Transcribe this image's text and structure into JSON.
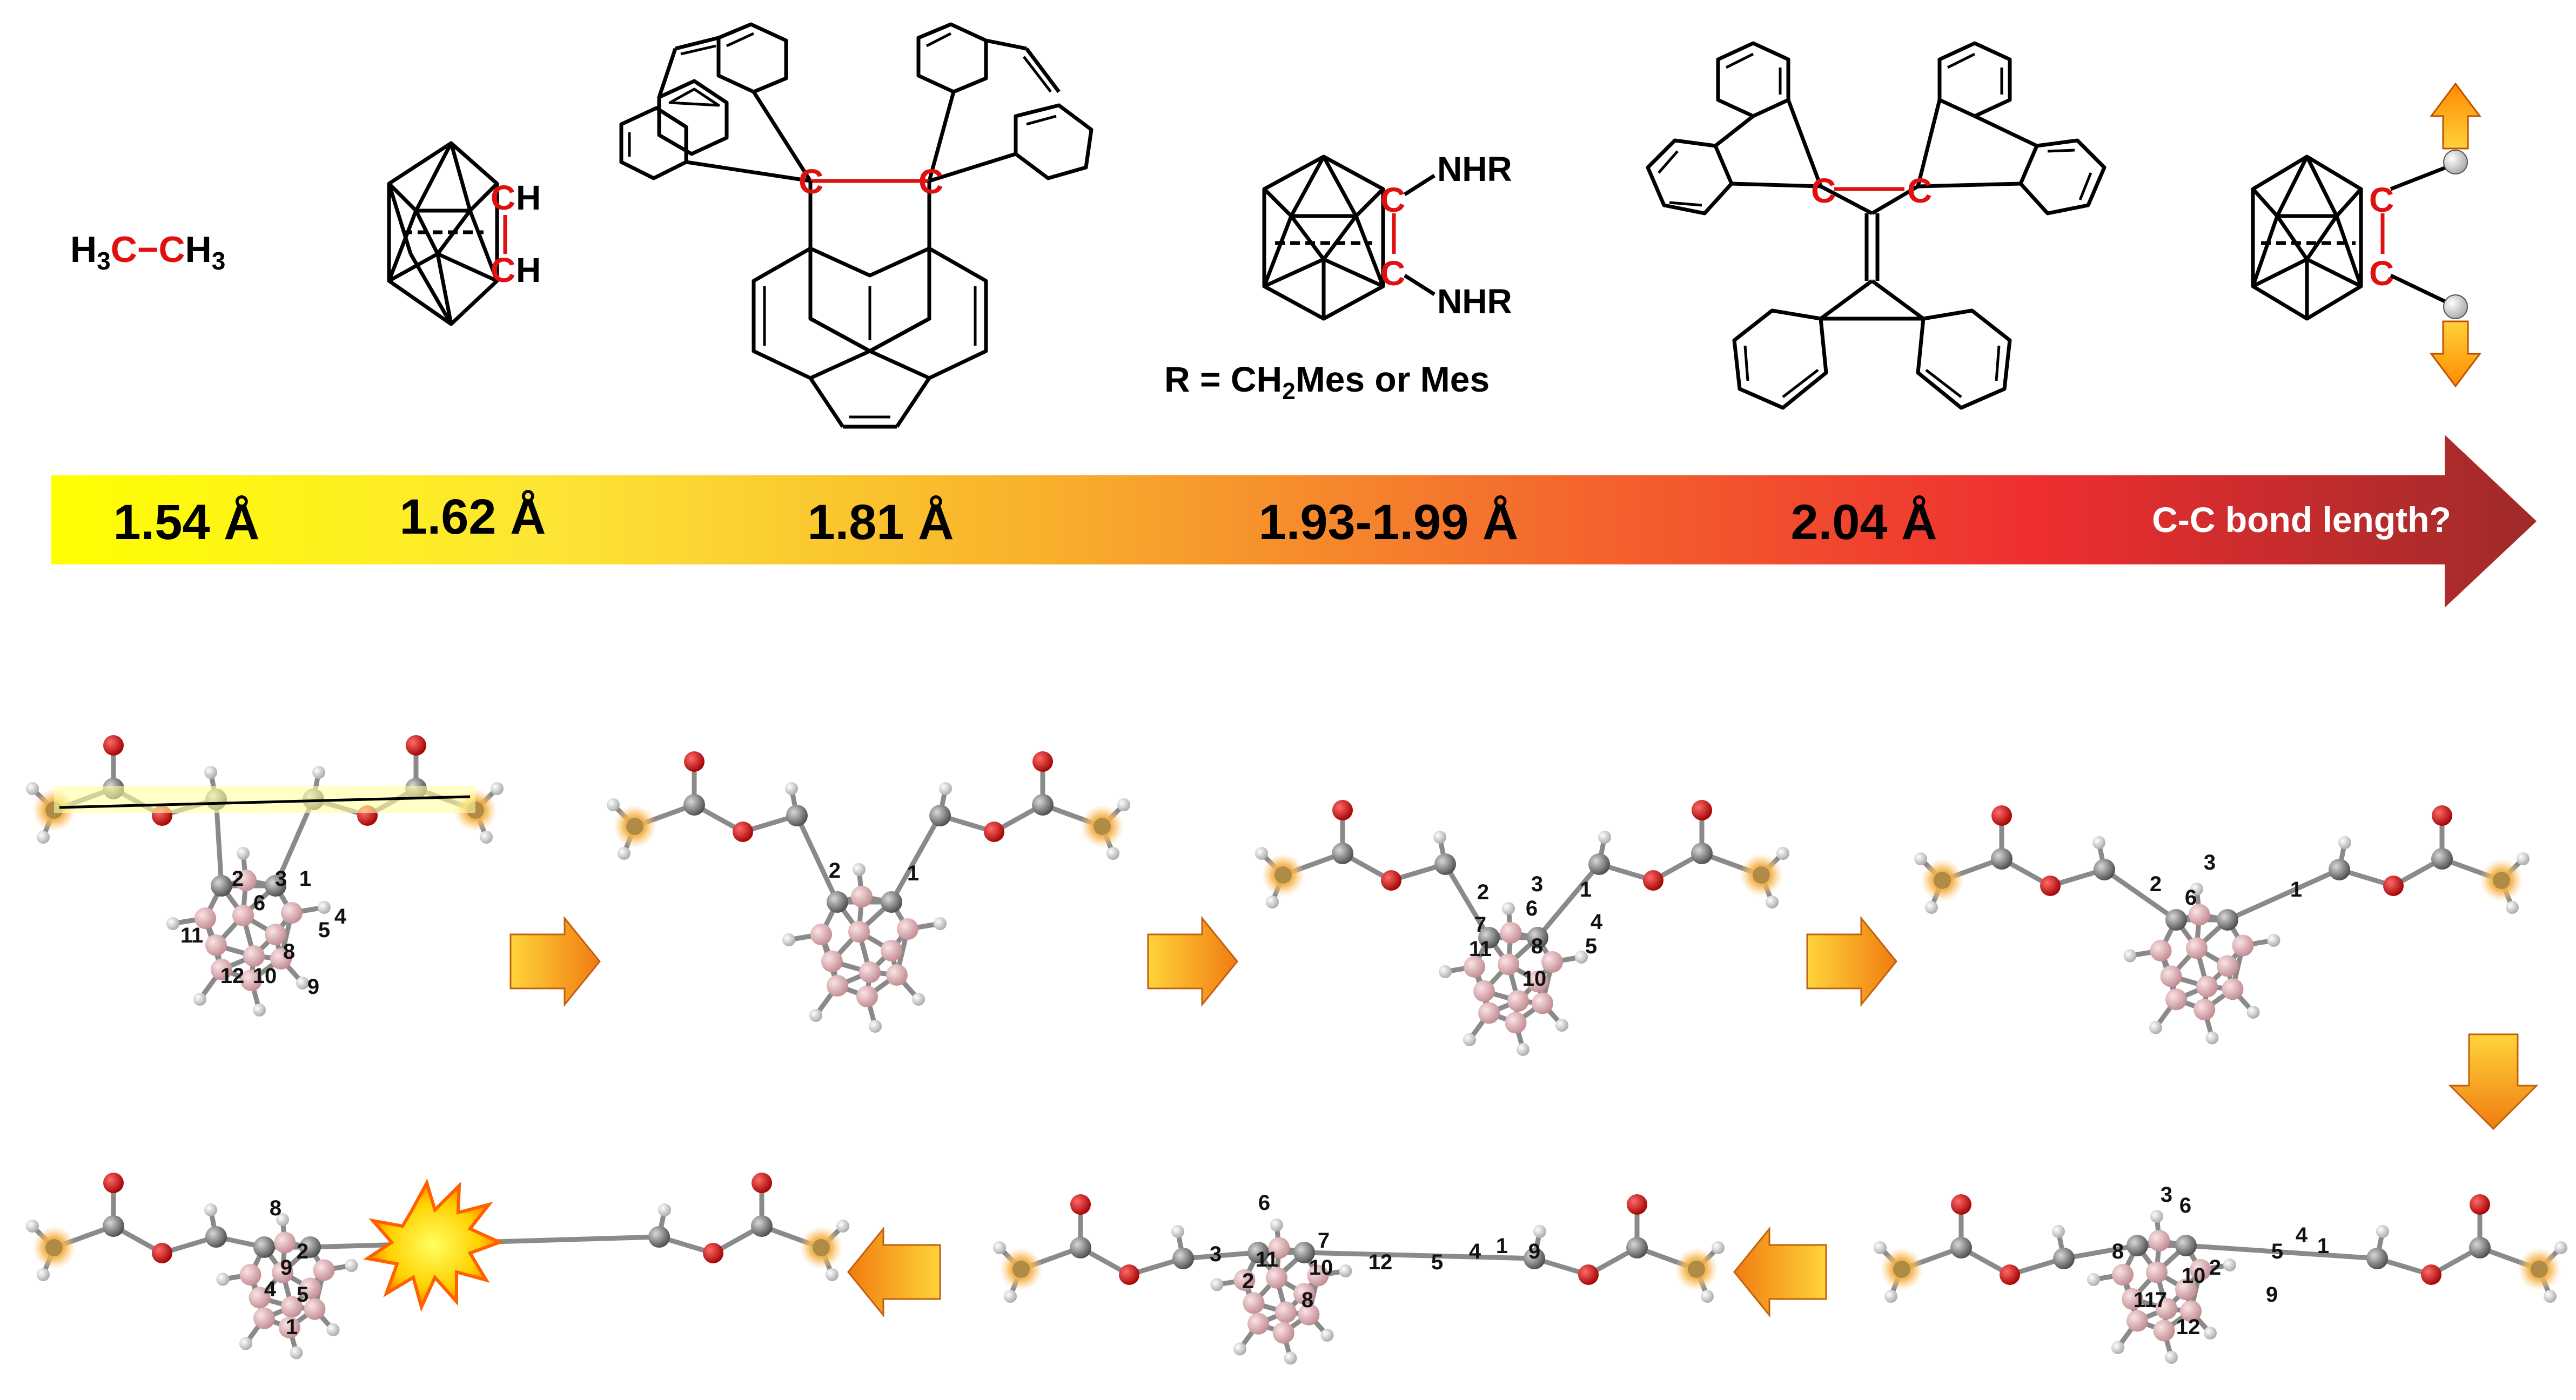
{
  "top_row": {
    "ethane": {
      "h3_left": "H",
      "sub_left": "3",
      "c_left": "C",
      "bond": "−",
      "c_right": "C",
      "h3_right": "H",
      "sub_right": "3"
    },
    "carborane_ch": {
      "c1": "C",
      "h1": "H",
      "c2": "C",
      "h2": "H"
    },
    "acenaphthene": {
      "c_left": "C",
      "c_right": "C"
    },
    "amino_carborane": {
      "c1": "C",
      "c2": "C",
      "nhr1": "NHR",
      "nhr2": "NHR",
      "r_prefix": "R = CH",
      "r_sub": "2",
      "r_suffix": "Mes or Mes"
    },
    "fluorenyl": {
      "c_left": "C",
      "c_right": "C"
    },
    "target": {
      "c1": "C",
      "c2": "C"
    }
  },
  "arrow_bar": {
    "values": [
      "1.54 Å",
      "1.62 Å",
      "1.81 Å",
      "1.93-1.99 Å",
      "2.04 Å"
    ],
    "question": "C-C bond length?",
    "colors": [
      "#ffff00",
      "#fdd62e",
      "#f8952a",
      "#ee3b32",
      "#ec2426",
      "#a42b2b"
    ]
  },
  "row2_labels": {
    "m1": [
      "2",
      "3",
      "1",
      "6",
      "4",
      "5",
      "8",
      "11",
      "12",
      "10",
      "9"
    ],
    "m2": [
      "2",
      "1"
    ],
    "m3": [
      "2",
      "3",
      "1",
      "6",
      "4",
      "7",
      "11",
      "8",
      "5",
      "10"
    ],
    "m4": [
      "2",
      "3",
      "6",
      "1"
    ]
  },
  "row3_labels": {
    "m5": [
      "6",
      "3",
      "2",
      "11",
      "7",
      "10",
      "8",
      "12",
      "5",
      "4",
      "1",
      "9"
    ],
    "m6": [
      "3",
      "6",
      "8",
      "2",
      "10",
      "11",
      "7",
      "12",
      "9",
      "5",
      "4",
      "1"
    ],
    "m7": [
      "2",
      "8",
      "9",
      "4",
      "5",
      "1"
    ]
  },
  "colors": {
    "carbon": "#7c7c7c",
    "oxygen": "#d41010",
    "boron": "#e8b4b8",
    "hydrogen": "#f2f2f2",
    "silicon_glow": "#f7b24a",
    "highlight": "#ff2020",
    "process_arrow": "#f5a11a"
  }
}
